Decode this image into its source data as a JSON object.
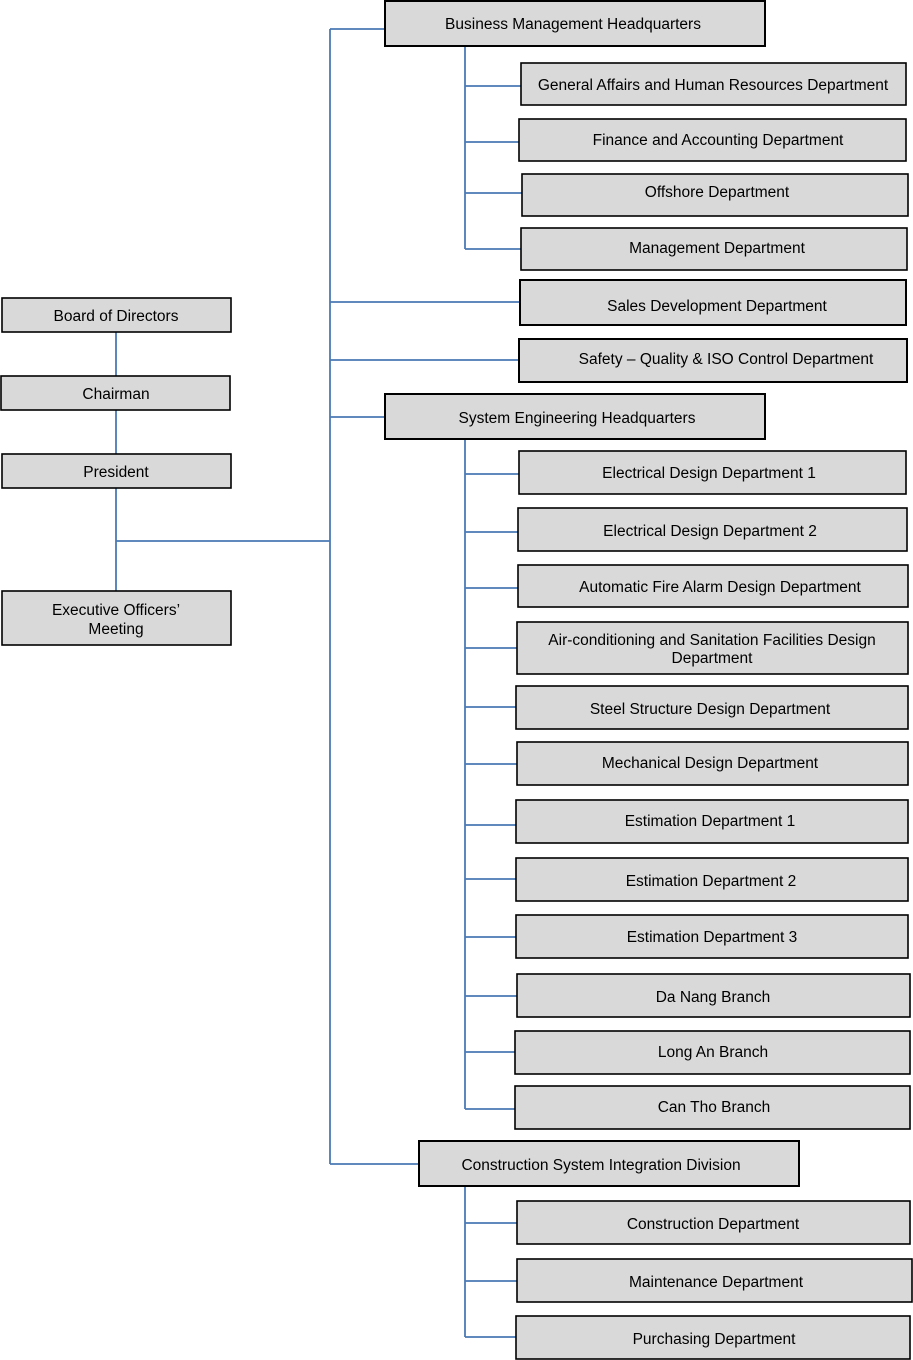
{
  "chart": {
    "board": "Board of Directors",
    "chairman": "Chairman",
    "president": "President",
    "executive_meeting": [
      "Executive Officers’",
      "Meeting"
    ],
    "business_hq": {
      "name": "Business Management Headquarters",
      "departments": [
        "General Affairs and Human Resources Department",
        "Finance and Accounting Department",
        "Offshore Department",
        "Management Department"
      ]
    },
    "sales_development": "Sales Development Department",
    "safety_quality": "Safety – Quality & ISO Control Department",
    "system_engineering_hq": {
      "name": "System Engineering Headquarters",
      "departments": [
        [
          "Electrical Design Department 1"
        ],
        [
          "Electrical Design Department 2"
        ],
        [
          "Automatic Fire Alarm Design Department"
        ],
        [
          "Air-conditioning and Sanitation Facilities Design",
          "Department"
        ],
        [
          "Steel Structure Design Department"
        ],
        [
          "Mechanical Design Department"
        ],
        [
          "Estimation Department 1"
        ],
        [
          "Estimation Department 2"
        ],
        [
          "Estimation Department 3"
        ],
        [
          "Da Nang Branch"
        ],
        [
          "Long An Branch"
        ],
        [
          "Can Tho Branch"
        ]
      ]
    },
    "construction_division": {
      "name": "Construction System Integration Division",
      "departments": [
        "Construction Department",
        "Maintenance Department",
        "Purchasing Department"
      ]
    }
  }
}
